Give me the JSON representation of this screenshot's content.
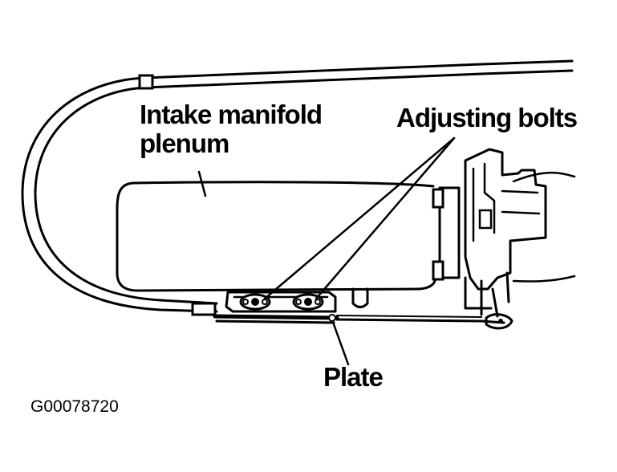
{
  "labels": {
    "intake_line1": "Intake manifold",
    "intake_line2": "plenum",
    "adjusting_bolts": "Adjusting bolts",
    "plate": "Plate"
  },
  "figure_code": "G00078720",
  "colors": {
    "ink": "#000000",
    "paper": "#ffffff"
  }
}
